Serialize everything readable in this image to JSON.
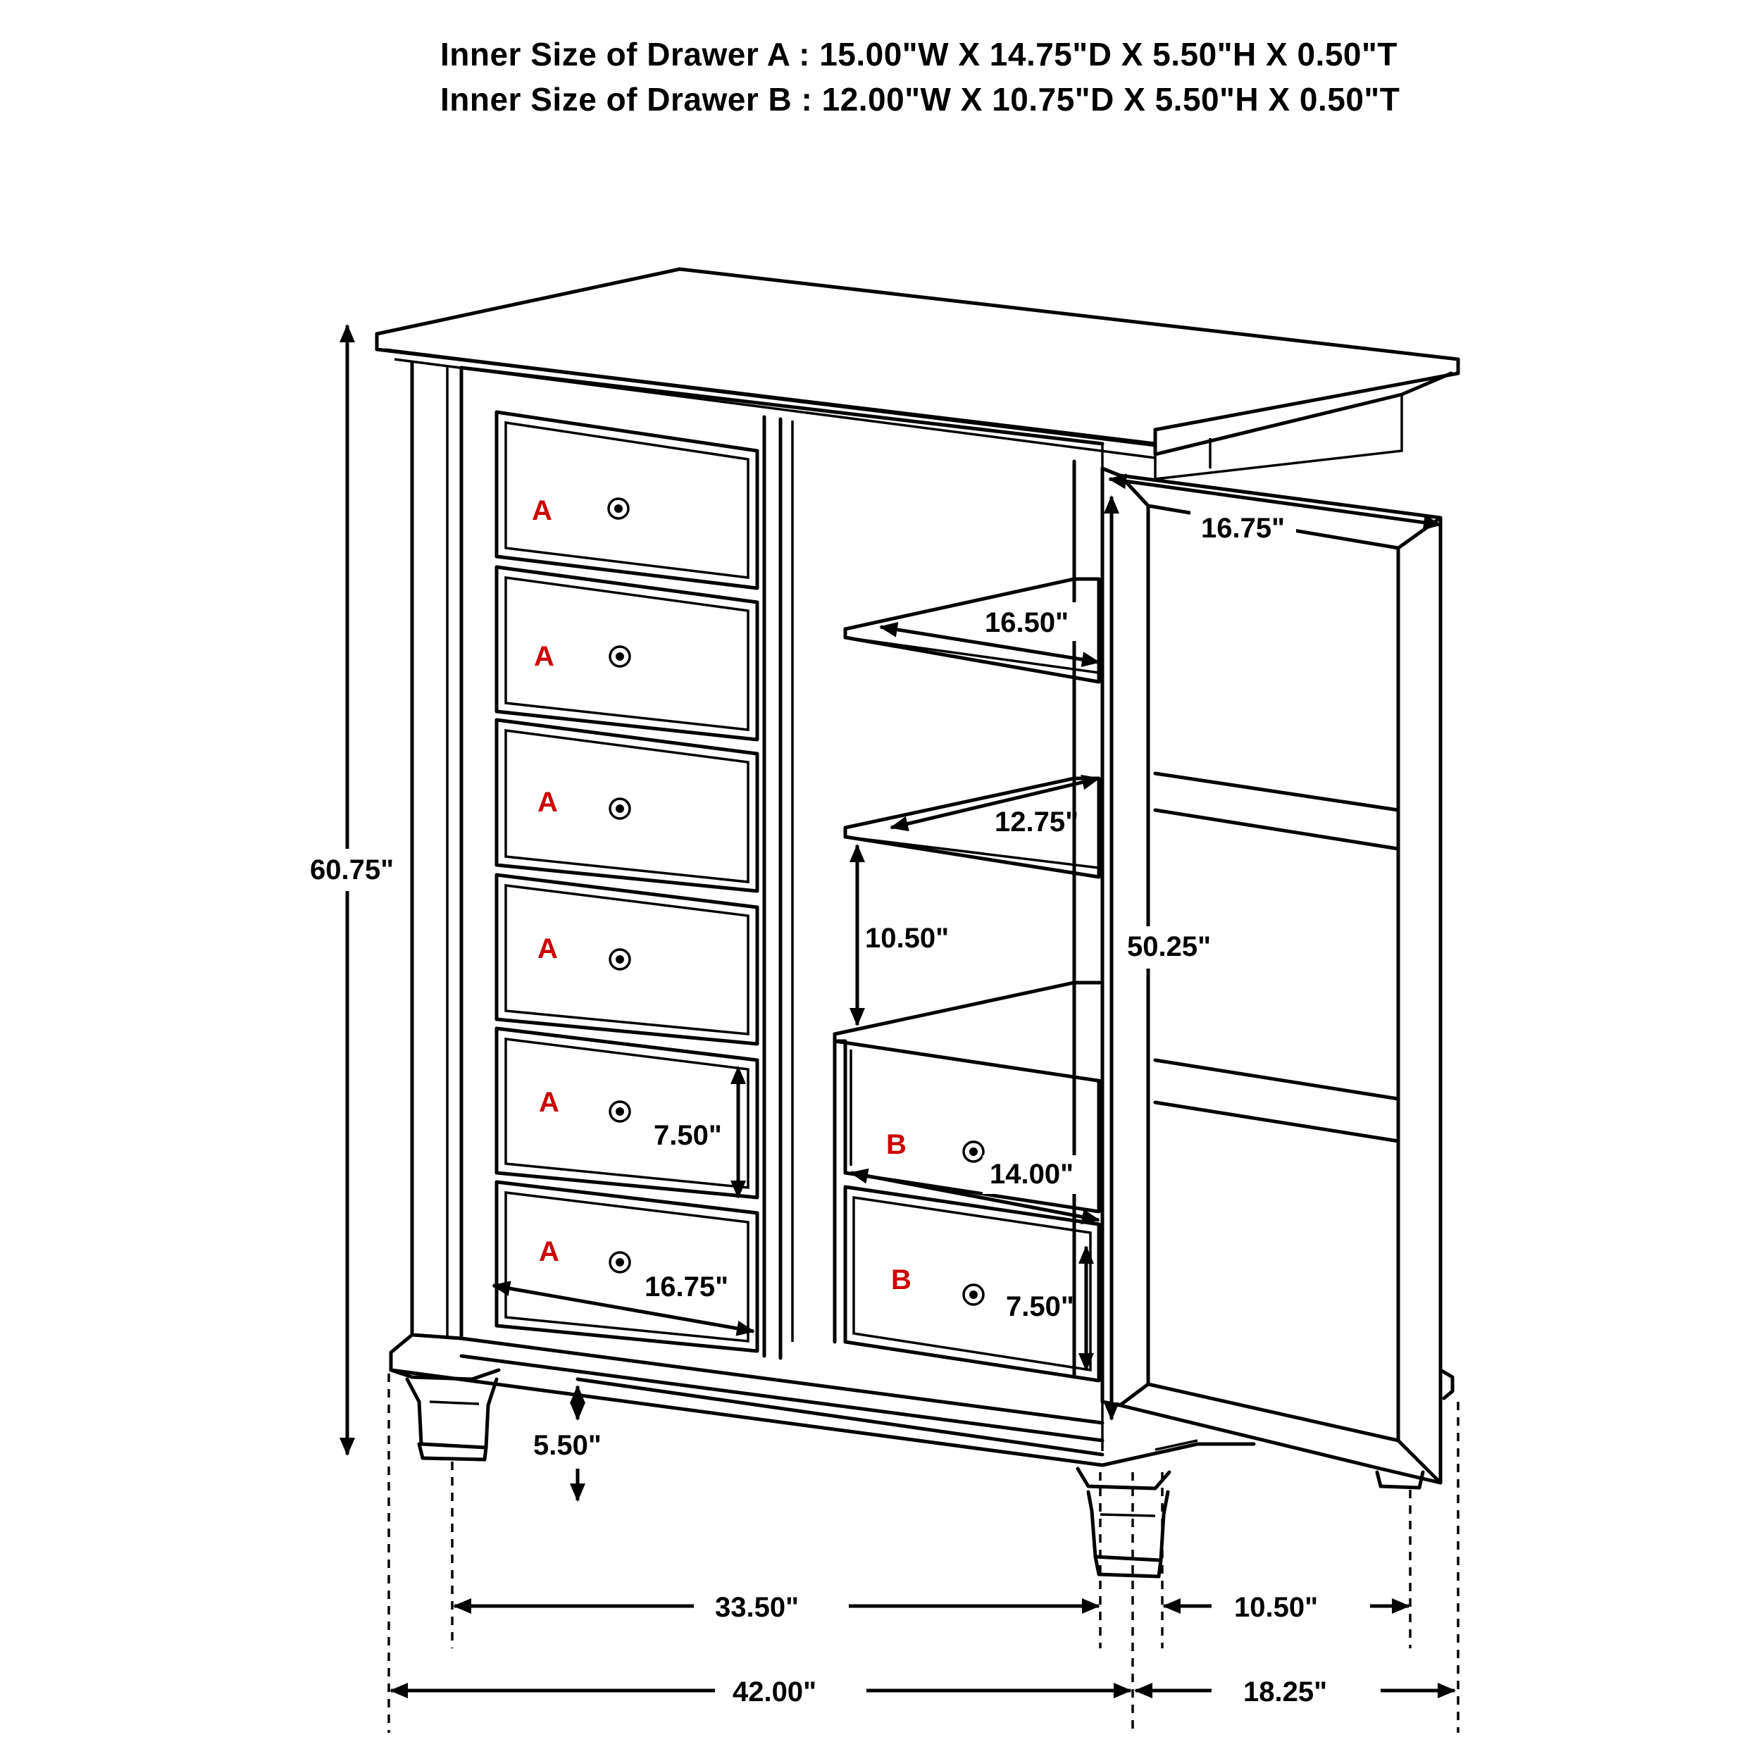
{
  "header": {
    "drawer_a_spec": "Inner Size of Drawer A : 15.00\"W X 14.75\"D X 5.50\"H X 0.50\"T",
    "drawer_b_spec": "Inner Size of Drawer B : 12.00\"W X 10.75\"D X 5.50\"H X 0.50\"T"
  },
  "dimensions": {
    "overall_height": "60.75\"",
    "door_width": "16.75\"",
    "shelf_depth_top": "16.50\"",
    "shelf_depth_middle": "12.75\"",
    "shelf_spacing": "10.50\"",
    "door_height": "50.25\"",
    "drawer_a_height": "7.50\"",
    "drawer_b_width": "14.00\"",
    "drawer_a_width": "16.75\"",
    "drawer_b_height": "7.50\"",
    "leg_height": "5.50\"",
    "inner_width": "33.50\"",
    "door_open_depth": "10.50\"",
    "overall_width": "42.00\"",
    "overall_depth": "18.25\""
  },
  "drawer_labels": {
    "a1": "A",
    "a2": "A",
    "a3": "A",
    "a4": "A",
    "a5": "A",
    "a6": "A",
    "b1": "B",
    "b2": "B"
  }
}
